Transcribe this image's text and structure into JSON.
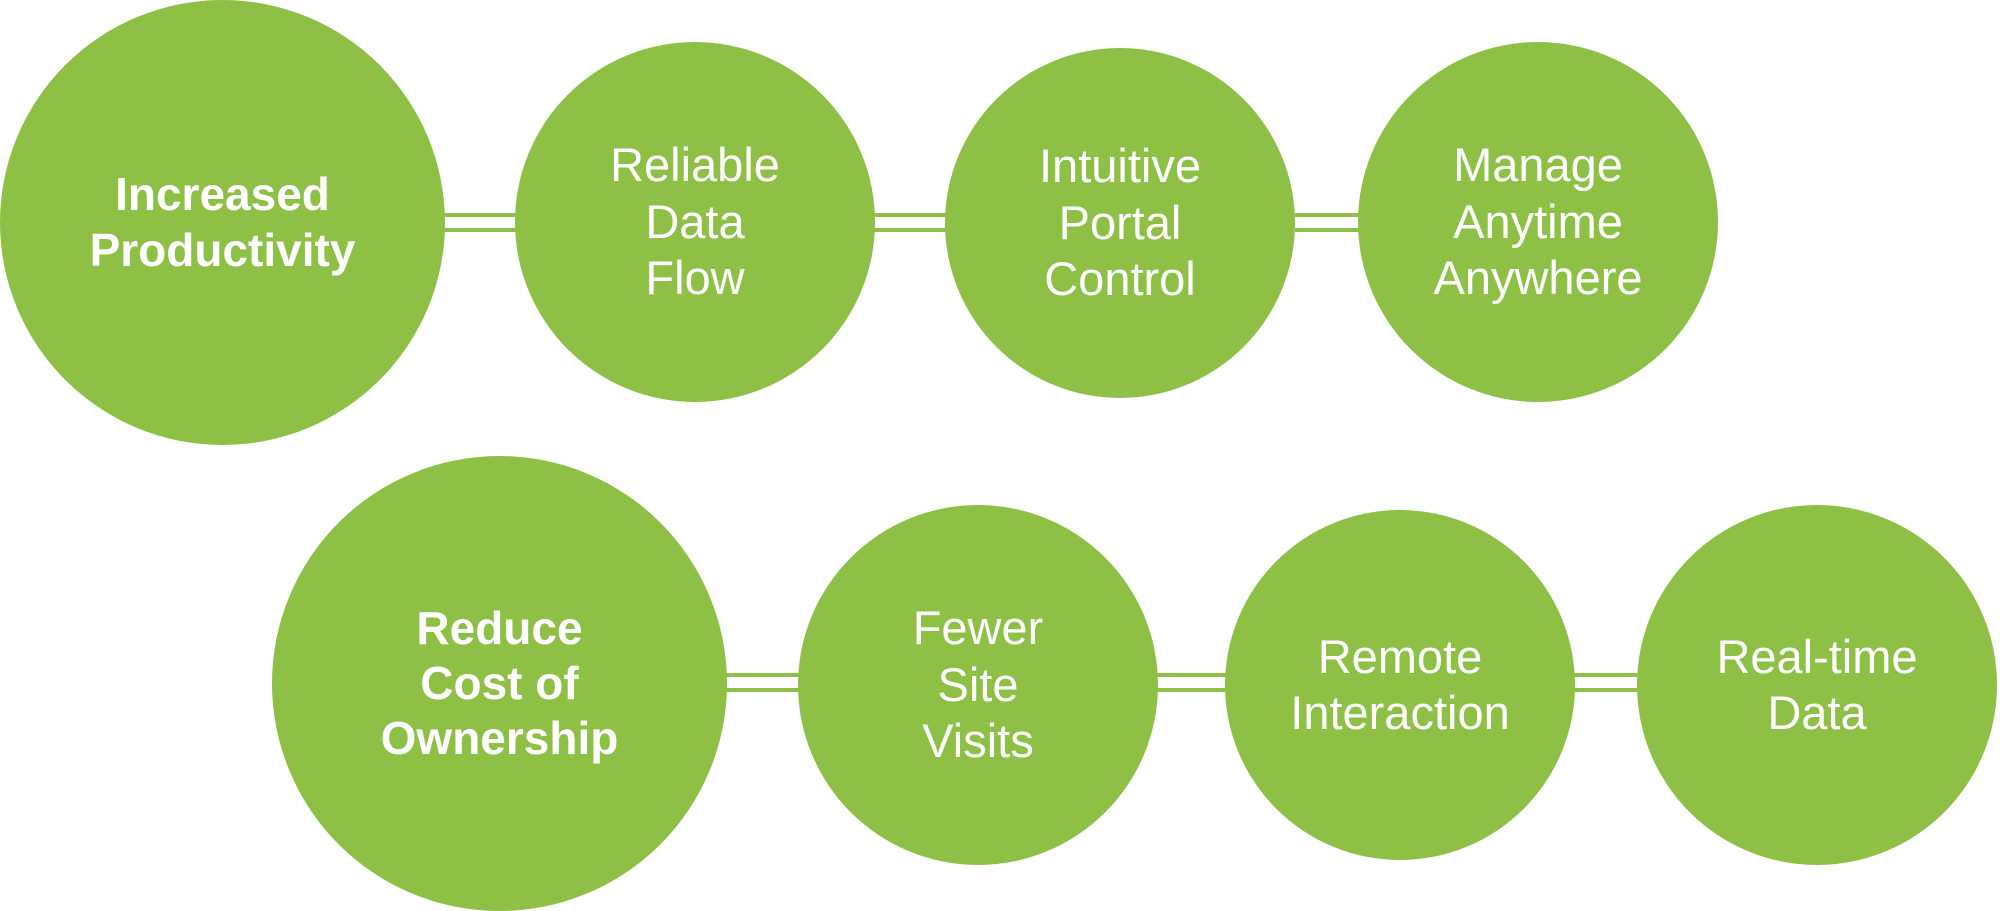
{
  "theme": {
    "circle_color": "#8dc044",
    "text_color": "#ffffff",
    "background": "#ffffff"
  },
  "rows": [
    {
      "main": {
        "lines": [
          "Increased",
          "Productivity"
        ]
      },
      "items": [
        {
          "lines": [
            "Reliable",
            "Data",
            "Flow"
          ]
        },
        {
          "lines": [
            "Intuitive",
            "Portal",
            "Control"
          ]
        },
        {
          "lines": [
            "Manage",
            "Anytime",
            "Anywhere"
          ]
        }
      ]
    },
    {
      "main": {
        "lines": [
          "Reduce",
          "Cost of",
          "Ownership"
        ]
      },
      "items": [
        {
          "lines": [
            "Fewer",
            "Site",
            "Visits"
          ]
        },
        {
          "lines": [
            "Remote",
            "Interaction"
          ]
        },
        {
          "lines": [
            "Real-time",
            "Data"
          ]
        }
      ]
    }
  ]
}
